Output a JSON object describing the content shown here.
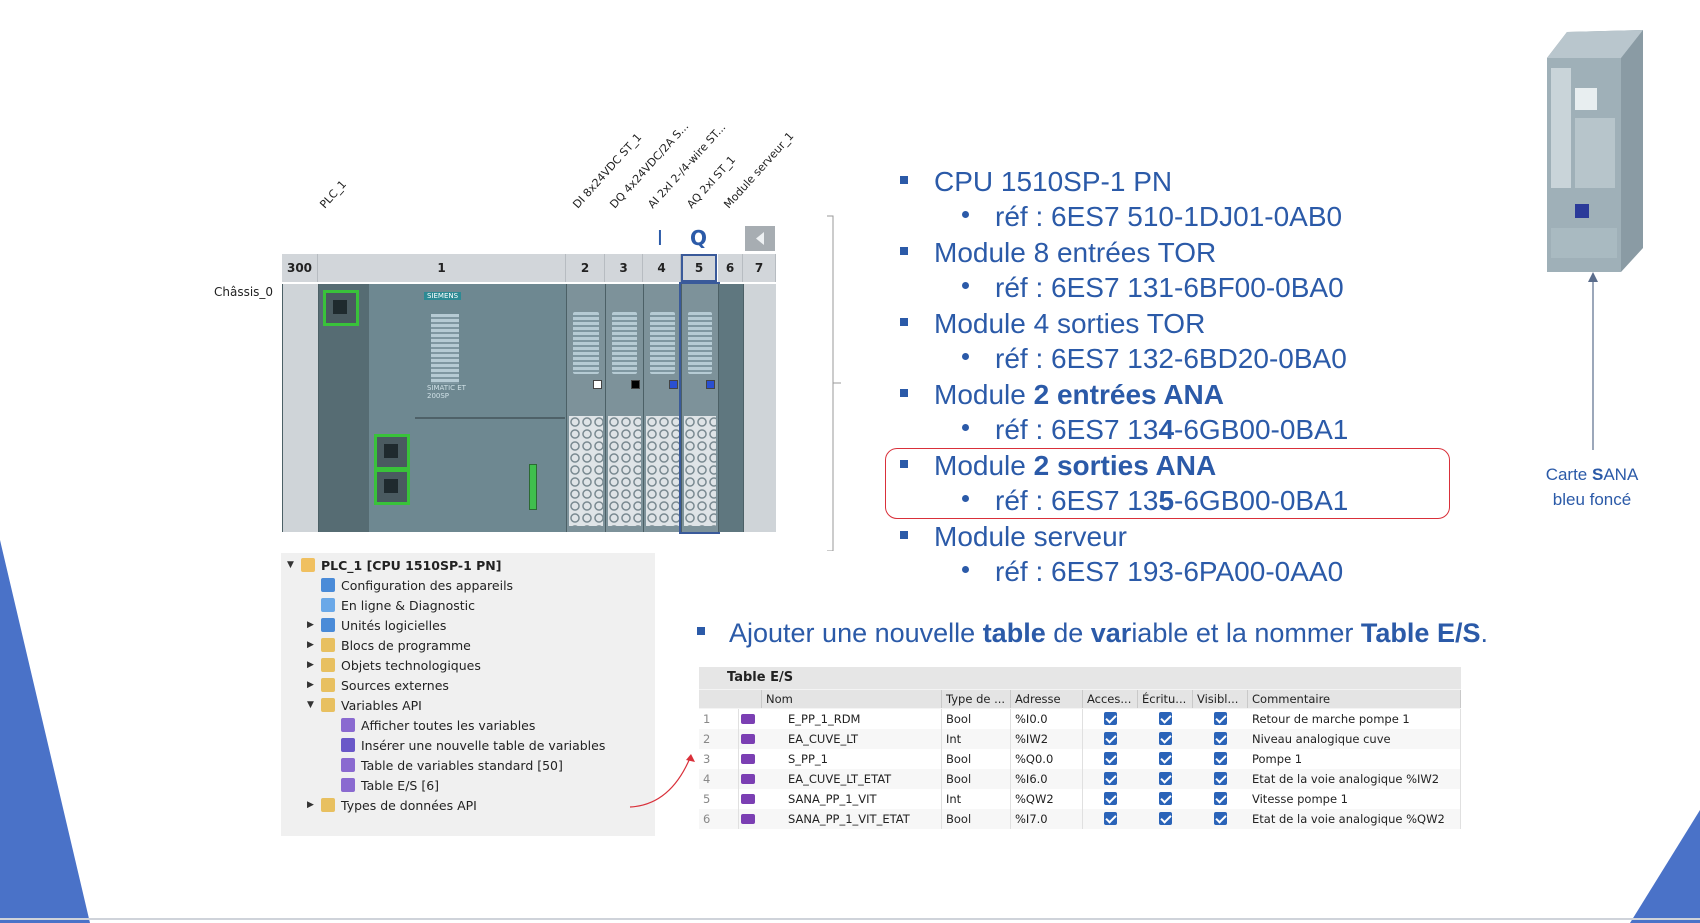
{
  "hardware": {
    "slot_labels": [
      "PLC_1",
      "DI 8x24VDC ST_1",
      "DQ 4x24VDC/2A S...",
      "AI 2xI 2-/4-wire ST...",
      "AQ 2xI ST_1",
      "Module serveur_1"
    ],
    "rack_numbers": [
      "300",
      "1",
      "2",
      "3",
      "4",
      "5",
      "6",
      "7"
    ],
    "chassis_label": "Châssis_0",
    "cursor_glyph": "I",
    "q_label": "Q",
    "brand": "SIEMENS",
    "simatic": "SIMATIC ET 200SP"
  },
  "tree": {
    "items": [
      {
        "label": "PLC_1 [CPU 1510SP-1 PN]",
        "bold": true
      },
      {
        "label": "Configuration des appareils"
      },
      {
        "label": "En ligne & Diagnostic"
      },
      {
        "label": "Unités logicielles"
      },
      {
        "label": "Blocs de programme"
      },
      {
        "label": "Objets technologiques"
      },
      {
        "label": "Sources externes"
      },
      {
        "label": "Variables API"
      },
      {
        "label": "Afficher toutes les variables"
      },
      {
        "label": "Insérer une nouvelle table de variables"
      },
      {
        "label": "Table de variables standard [50]"
      },
      {
        "label": "Table E/S [6]"
      },
      {
        "label": "Types de données API"
      }
    ]
  },
  "bullets": [
    {
      "main": "CPU 1510SP-1 PN",
      "sub": "réf : 6ES7 510-1DJ01-0AB0"
    },
    {
      "main": "Module 8 entrées TOR",
      "sub": "réf : 6ES7 131-6BF00-0BA0"
    },
    {
      "main": "Module 4 sorties TOR",
      "sub": "réf : 6ES7 132-6BD20-0BA0"
    },
    {
      "main_a": "Module ",
      "main_b": "2 entrées ANA",
      "sub_a": "réf : 6ES7 13",
      "sub_b": "4",
      "sub_c": "-6GB00-0BA1"
    },
    {
      "main_a": "Module ",
      "main_b": "2 sorties ANA",
      "sub_a": "réf : 6ES7 13",
      "sub_b": "5",
      "sub_c": "-6GB00-0BA1"
    },
    {
      "main": "Module serveur",
      "sub": "réf : 6ES7 193-6PA00-0AA0"
    }
  ],
  "instruction": {
    "p1": "Ajouter une nouvelle ",
    "p2": "table",
    "p3": " de ",
    "p4": "var",
    "p5": "iable et la nommer ",
    "p6": "Table E/S",
    "p7": "."
  },
  "carte": {
    "line1_a": "Carte ",
    "line1_b": "S",
    "line1_c": "ANA",
    "line2": "bleu foncé"
  },
  "table": {
    "title": "Table E/S",
    "headers": [
      "Nom",
      "Type de ...",
      "Adresse",
      "Acces...",
      "Écritu...",
      "Visibl...",
      "Commentaire"
    ],
    "rows": [
      {
        "n": "1",
        "nom": "E_PP_1_RDM",
        "type": "Bool",
        "adr": "%I0.0",
        "com": "Retour de marche pompe 1"
      },
      {
        "n": "2",
        "nom": "EA_CUVE_LT",
        "type": "Int",
        "adr": "%IW2",
        "com": "Niveau analogique cuve"
      },
      {
        "n": "3",
        "nom": "S_PP_1",
        "type": "Bool",
        "adr": "%Q0.0",
        "com": "Pompe 1"
      },
      {
        "n": "4",
        "nom": "EA_CUVE_LT_ETAT",
        "type": "Bool",
        "adr": "%I6.0",
        "com": "Etat de la voie analogique %IW2"
      },
      {
        "n": "5",
        "nom": "SANA_PP_1_VIT",
        "type": "Int",
        "adr": "%QW2",
        "com": "Vitesse pompe 1"
      },
      {
        "n": "6",
        "nom": "SANA_PP_1_VIT_ETAT",
        "type": "Bool",
        "adr": "%I7.0",
        "com": "Etat de la voie analogique %QW2"
      }
    ]
  },
  "colors": {
    "accent": "#2b5aa8",
    "highlight_box": "#d9303a",
    "triangle": "#4a72c8"
  }
}
